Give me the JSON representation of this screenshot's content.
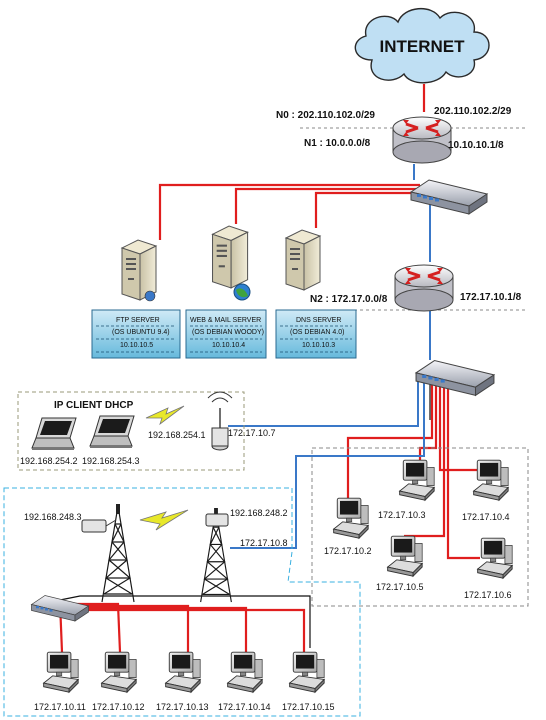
{
  "internet": {
    "label": "INTERNET"
  },
  "networks": {
    "n0": "N0  :  202.110.102.0/29",
    "n1": "N1 : 10.0.0.0/8",
    "n2": "N2 : 172.17.0.0/8"
  },
  "router_top": {
    "wan_ip": "202.110.102.2/29",
    "lan_ip": "10.10.10.1/8"
  },
  "router_mid": {
    "lan_ip": "172.17.10.1/8"
  },
  "servers": [
    {
      "name": "FTP SERVER",
      "os": "(OS UBUNTU 9.4)",
      "ip": "10.10.10.5"
    },
    {
      "name": "WEB & MAIL SERVER",
      "os": "(OS DEBIAN WOODY)",
      "ip": "10.10.10.4"
    },
    {
      "name": "DNS SERVER",
      "os": "(OS DEBIAN 4.0)",
      "ip": "10.10.10.3"
    }
  ],
  "dhcp": {
    "title": "IP CLIENT DHCP",
    "laptop1_ip": "192.168.254.2",
    "laptop2_ip": "192.168.254.3",
    "ap_client_ip": "192.168.254.1",
    "ap_ip": "172.17.10.7"
  },
  "towers": {
    "left_ip": "192.168.248.3",
    "right_ip": "192.168.248.2",
    "uplink_ip": "172.17.10.8"
  },
  "lan_pcs": [
    "172.17.10.2",
    "172.17.10.3",
    "172.17.10.4",
    "172.17.10.5",
    "172.17.10.6"
  ],
  "remote_pcs": [
    "172.17.10.11",
    "172.17.10.12",
    "172.17.10.13",
    "172.17.10.14",
    "172.17.10.15"
  ],
  "colors": {
    "red": "#e01e1e",
    "blue": "#3a78c8",
    "dash": "#8a8a8a",
    "cyan": "#3ab0e0"
  }
}
